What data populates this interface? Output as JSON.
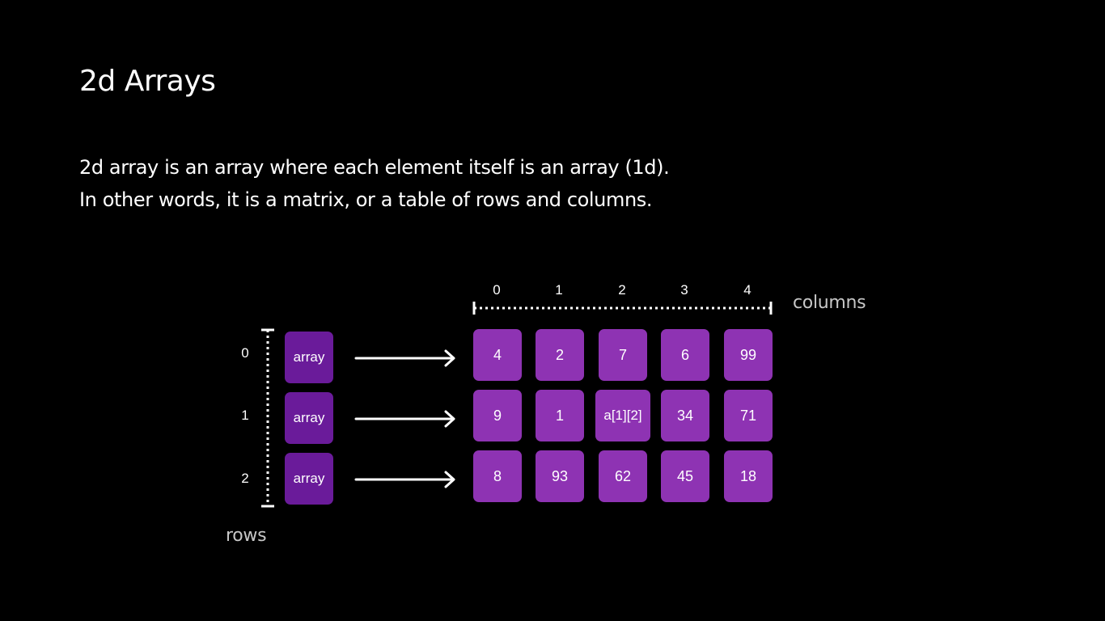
{
  "slide": {
    "title": "2d Arrays",
    "description_line1": "2d array is an array where each element itself is an array (1d).",
    "description_line2": "In other words, it is a matrix, or a table of rows and columns."
  },
  "diagram": {
    "columns_label": "columns",
    "rows_label": "rows",
    "column_indices": [
      "0",
      "1",
      "2",
      "3",
      "4"
    ],
    "row_indices": [
      "0",
      "1",
      "2"
    ],
    "row_array_label": "array",
    "matrix": [
      [
        "4",
        "2",
        "7",
        "6",
        "99"
      ],
      [
        "9",
        "1",
        "a[1][2]",
        "34",
        "71"
      ],
      [
        "8",
        "93",
        "62",
        "45",
        "18"
      ]
    ],
    "colors": {
      "background": "#000000",
      "row_box": "#6a1b9a",
      "cell": "#8e33b3",
      "axis_label": "#c7c7c7"
    }
  }
}
